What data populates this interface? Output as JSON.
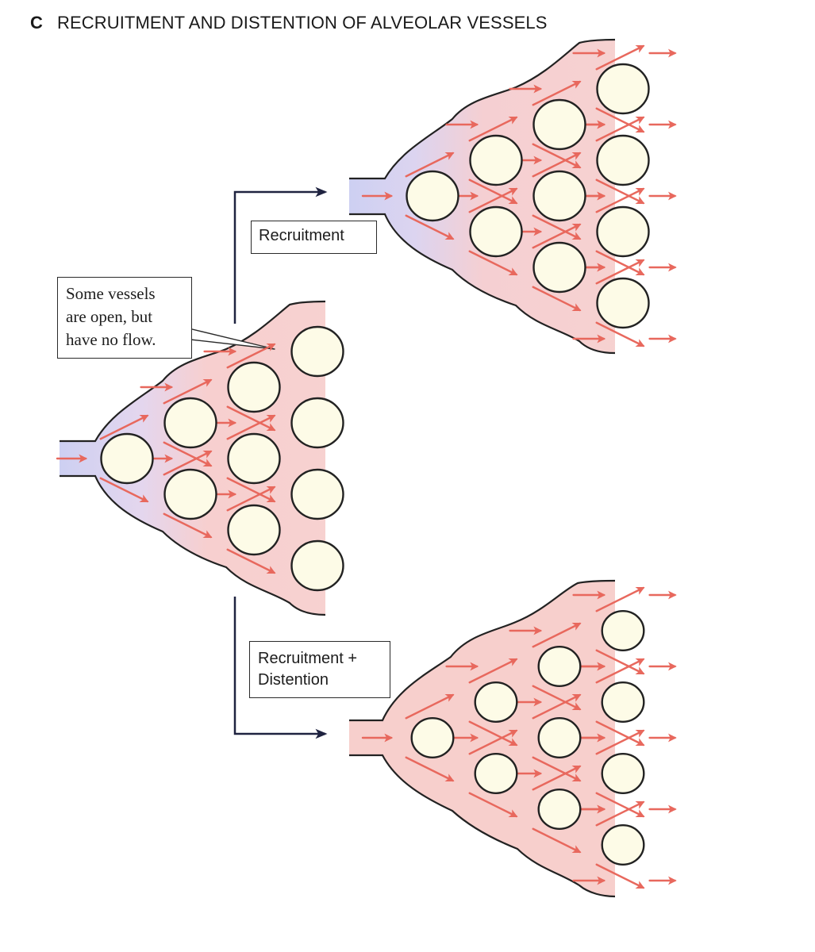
{
  "panel": {
    "letter": "C",
    "title": "RECRUITMENT AND DISTENTION OF ALVEOLAR VESSELS"
  },
  "labels": {
    "recruitment": "Recruitment",
    "recruitment_distention": [
      "Recruitment +",
      "Distention"
    ]
  },
  "callout": {
    "lines": [
      "Some vessels",
      "are open, but",
      "have no flow."
    ]
  },
  "states": [
    {
      "name": "baseline",
      "alveoli_columns": 4,
      "flow_columns_with_flow": 3,
      "alveolus_scale": 1.0
    },
    {
      "name": "recruitment",
      "alveoli_columns": 4,
      "flow_columns_with_flow": 4,
      "alveolus_scale": 1.0
    },
    {
      "name": "recruitment-distention",
      "alveoli_columns": 4,
      "flow_columns_with_flow": 4,
      "alveolus_scale": 0.8
    }
  ],
  "colors": {
    "flow_arrow": "#e8685d",
    "vessel_fill": "#f7cfcf",
    "inlet_fill": "#cdd0f2",
    "alveolus_fill": "#fdfbe7",
    "outline": "#222222",
    "pathway_arrow": "#1f2340"
  },
  "icons": {
    "flow": "flow-arrow-icon",
    "alveolus": "alveolus-circle-icon",
    "pathway": "pathway-arrow-icon"
  }
}
